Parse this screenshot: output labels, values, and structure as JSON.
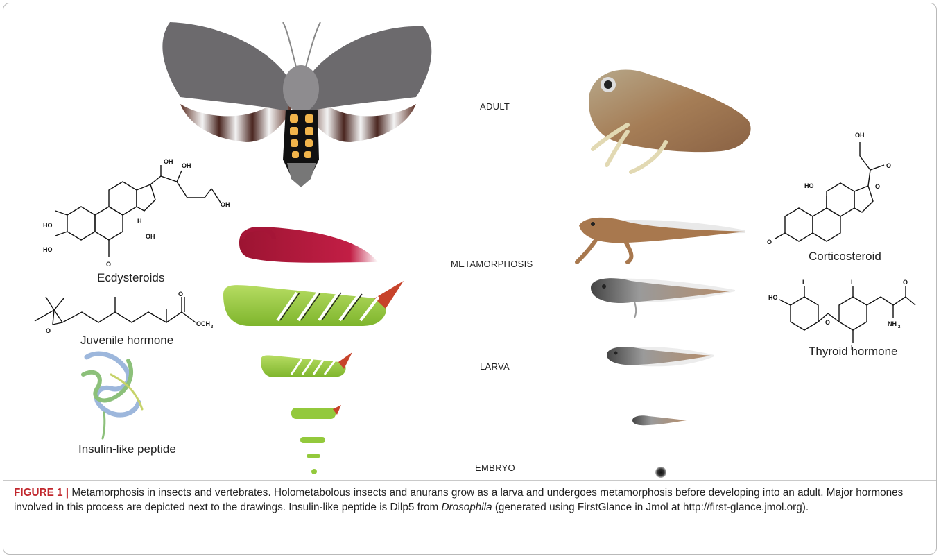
{
  "stages": {
    "adult": "ADULT",
    "metamorphosis": "METAMORPHOSIS",
    "larva": "LARVA",
    "embryo": "EMBRYO"
  },
  "hormones": {
    "ecdysteroids": "Ecdysteroids",
    "juvenile": "Juvenile hormone",
    "insulin": "Insulin-like peptide",
    "corticosteroid": "Corticosteroid",
    "thyroid": "Thyroid hormone"
  },
  "chem_text": {
    "oh": "OH",
    "ho": "HO",
    "h": "H",
    "o": "O",
    "och3": "OCH",
    "och3_sub": "3",
    "i": "I",
    "nh2": "NH",
    "nh2_sub": "2"
  },
  "caption": {
    "label": "FIGURE 1 |",
    "part1": " Metamorphosis in insects and vertebrates. Holometabolous insects and anurans grow as a larva and undergoes metamorphosis before developing into an adult. Major hormones involved in this process are depicted next to the drawings. Insulin-like peptide is Dilp5 from ",
    "italic": "Drosophila",
    "part2": " (generated using FirstGlance in Jmol at http://first-glance.jmol.org)."
  },
  "colors": {
    "caption_label": "#c1272d",
    "larva_green": "#93c93c",
    "pupa_red": "#b0183c",
    "moth_gray": "#6f6d70",
    "frog_brown": "#a07a55"
  }
}
